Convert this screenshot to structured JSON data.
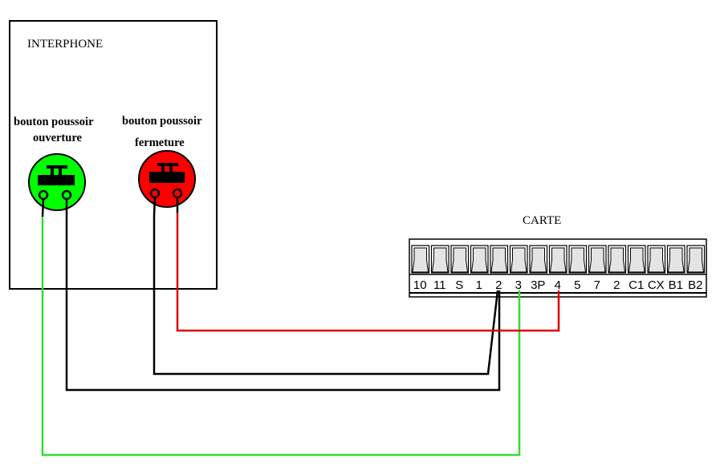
{
  "interphone": {
    "title": "INTERPHONE",
    "buttons": [
      {
        "label_line1": "bouton poussoir",
        "label_line2": "ouverture",
        "color": "#00ff00"
      },
      {
        "label_line1": "bouton poussoir",
        "label_line2": "fermeture",
        "color": "#ff0000"
      }
    ]
  },
  "carte": {
    "title": "CARTE",
    "terminals": [
      "10",
      "11",
      "S",
      "1",
      "2",
      "3",
      "3P",
      "4",
      "5",
      "7",
      "2",
      "C1",
      "CX",
      "B1",
      "B2"
    ]
  },
  "wires": [
    {
      "from": "bouton poussoir ouverture (gauche)",
      "to": "3",
      "color": "#33dd33"
    },
    {
      "from": "bouton poussoir ouverture (droite)",
      "to": "2",
      "color": "#000000"
    },
    {
      "from": "bouton poussoir fermeture (gauche)",
      "to": "2",
      "color": "#000000"
    },
    {
      "from": "bouton poussoir fermeture (droite)",
      "to": "4",
      "color": "#dd0000"
    }
  ]
}
